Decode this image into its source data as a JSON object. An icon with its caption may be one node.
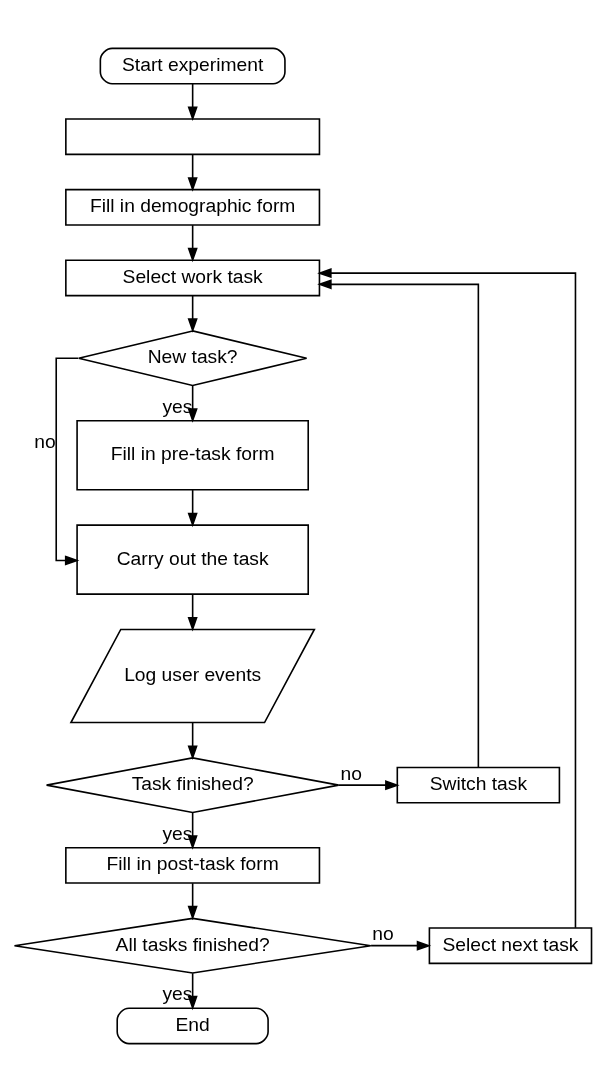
{
  "diagram": {
    "nodes": [
      {
        "text": [
          "Start experiment"
        ]
      },
      {
        "text": [],
        "shape": "box"
      },
      {
        "text": [
          "Fill in demographic form"
        ]
      },
      {
        "text": [
          "Select work task"
        ]
      },
      {
        "text": [
          "New task?"
        ]
      },
      {
        "text": [
          "Fill in pre-task form"
        ]
      },
      {
        "text": [
          "Carry out the task"
        ]
      },
      {
        "text": [
          "Log user events"
        ]
      },
      {
        "text": [
          "Task finished?"
        ]
      },
      {
        "text": [
          "Switch task"
        ]
      },
      {
        "text": [
          "Fill in post-task form"
        ]
      },
      {
        "text": [
          "All tasks finished?"
        ]
      },
      {
        "text": [
          "Select next task"
        ]
      },
      {
        "text": [
          "End"
        ]
      }
    ],
    "edges": [
      {
        "from": 0,
        "to": 1,
        "arrow": "to"
      },
      {
        "from": 1,
        "to": 2,
        "arrow": "to"
      },
      {
        "from": 2,
        "to": 3,
        "arrow": "to"
      },
      {
        "from": 3,
        "to": 4,
        "arrow": "to"
      },
      {
        "from": 4,
        "to": 5,
        "arrow": "to",
        "label": "yes"
      },
      {
        "from": 4,
        "to": 6,
        "arrow": "to",
        "label": "no"
      },
      {
        "from": 5,
        "to": 6,
        "arrow": "to"
      },
      {
        "from": 6,
        "to": 7,
        "arrow": "to"
      },
      {
        "from": 7,
        "to": 8,
        "arrow": "to"
      },
      {
        "from": 8,
        "to": 9,
        "arrow": "to",
        "label": "no"
      },
      {
        "from": 9,
        "to": 3,
        "arrow": "to"
      },
      {
        "from": 8,
        "to": 10,
        "arrow": "to",
        "label": "yes"
      },
      {
        "from": 10,
        "to": 11,
        "arrow": "to"
      },
      {
        "from": 11,
        "to": 12,
        "arrow": "to",
        "label": "no"
      },
      {
        "from": 12,
        "to": 3,
        "arrow": "to"
      },
      {
        "from": 11,
        "to": 13,
        "arrow": "to",
        "label": "yes"
      }
    ]
  }
}
